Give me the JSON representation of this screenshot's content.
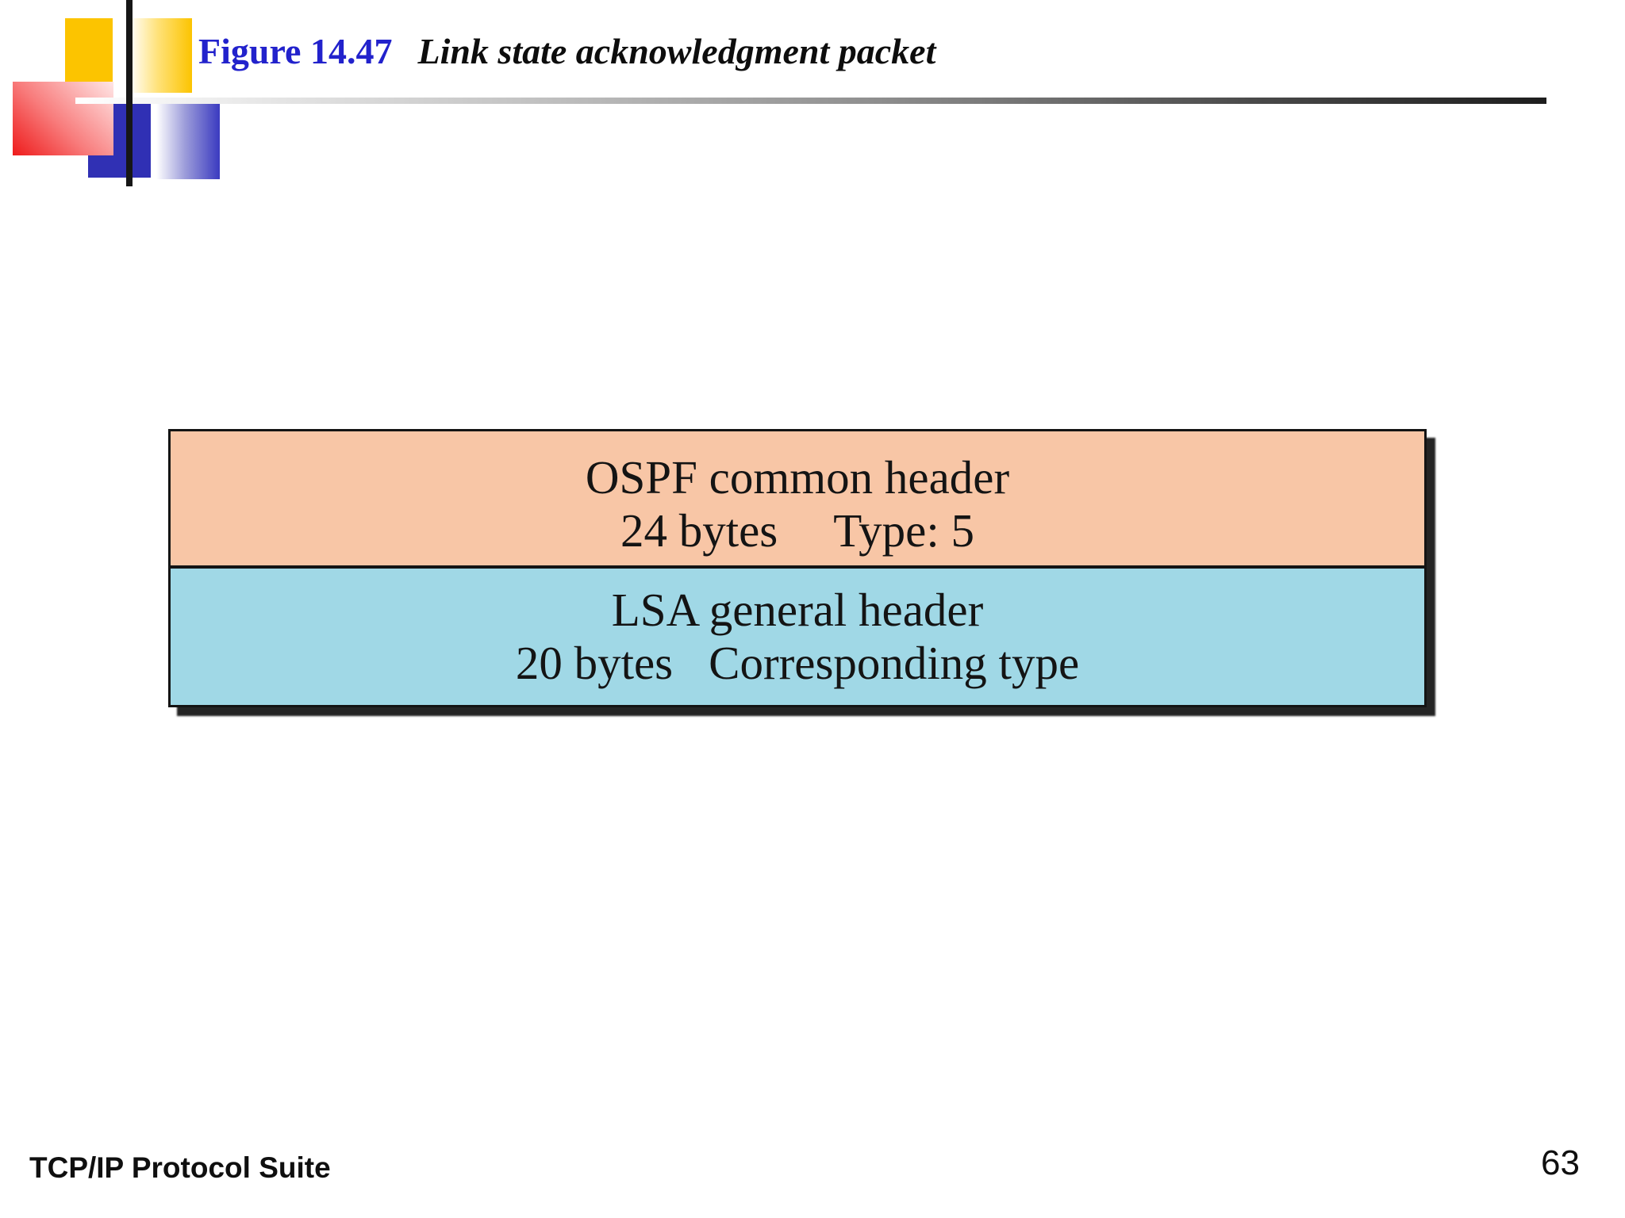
{
  "slide": {
    "figure_label": "Figure 14.47",
    "figure_caption": "Link state acknowledgment packet",
    "footer": "TCP/IP Protocol Suite",
    "page_number": "63"
  },
  "diagram": {
    "sections": [
      {
        "name": "ospf-common-header",
        "line1": "OSPF common header",
        "size_label": "24 bytes",
        "type_label": "Type: 5",
        "fill": "#f8c6a6"
      },
      {
        "name": "lsa-general-header",
        "line1": "LSA general header",
        "size_label": "20 bytes",
        "type_label": "Corresponding type",
        "fill": "#a0d8e6"
      }
    ]
  },
  "colors": {
    "figure_label_blue": "#2222cc",
    "title_black": "#0d0d0d",
    "logo_gold": "#fcc400",
    "logo_blue": "#3030b4",
    "logo_red": "#ee1b1b",
    "box_border": "#141414",
    "box_shadow": "#242424",
    "top_section_fill": "#f8c6a6",
    "bottom_section_fill": "#a0d8e6",
    "background": "#ffffff"
  }
}
